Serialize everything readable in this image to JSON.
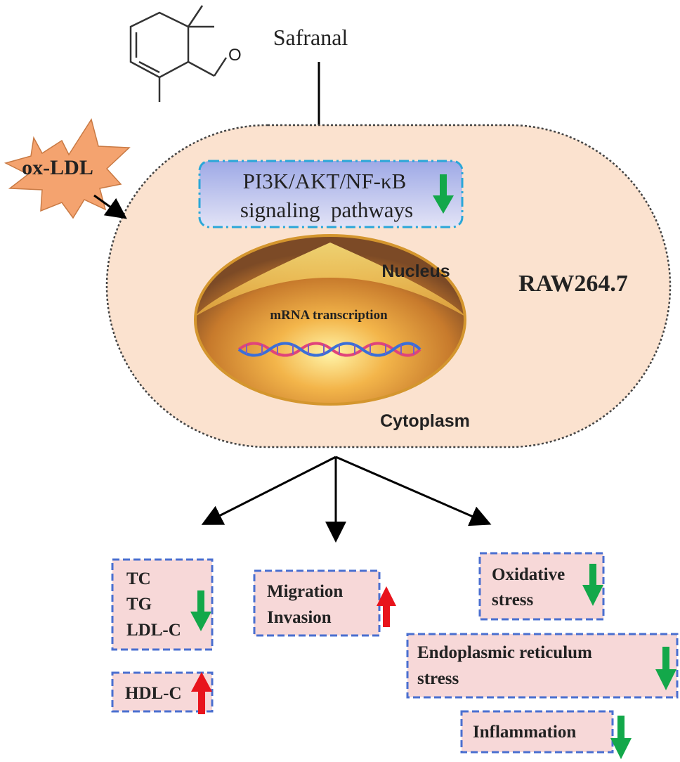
{
  "compound": {
    "name": "Safranal"
  },
  "stimulus": {
    "label": "ox-LDL"
  },
  "cell": {
    "name": "RAW264.7",
    "nucleus_label": "Nucleus",
    "cytoplasm_label": "Cytoplasm",
    "transcription_label": "mRNA transcription"
  },
  "pathway": {
    "line1": "PI3K/AKT/NF-κB",
    "line2": "signaling  pathways",
    "trend": "down"
  },
  "outcomes": {
    "lipids_down": {
      "lines": [
        "TC",
        "TG",
        "LDL-C"
      ],
      "trend": "down"
    },
    "hdl": {
      "label": "HDL-C",
      "trend": "up"
    },
    "migration": {
      "lines": [
        "Migration",
        "Invasion"
      ],
      "trend": "up"
    },
    "oxidative": {
      "lines": [
        "Oxidative",
        "stress"
      ],
      "trend": "down"
    },
    "er_stress": {
      "lines": [
        "Endoplasmic reticulum",
        "stress"
      ],
      "trend": "down"
    },
    "inflammation": {
      "label": "Inflammation",
      "trend": "down"
    }
  },
  "colors": {
    "up_arrow": "#e8141c",
    "down_arrow": "#13a84a",
    "box_border": "#4a6fd0",
    "box_fill": "#f7d8d8",
    "cell_fill": "#fbe2cf",
    "burst_fill": "#f4a36f",
    "pathway_border": "#2aa7d8"
  }
}
